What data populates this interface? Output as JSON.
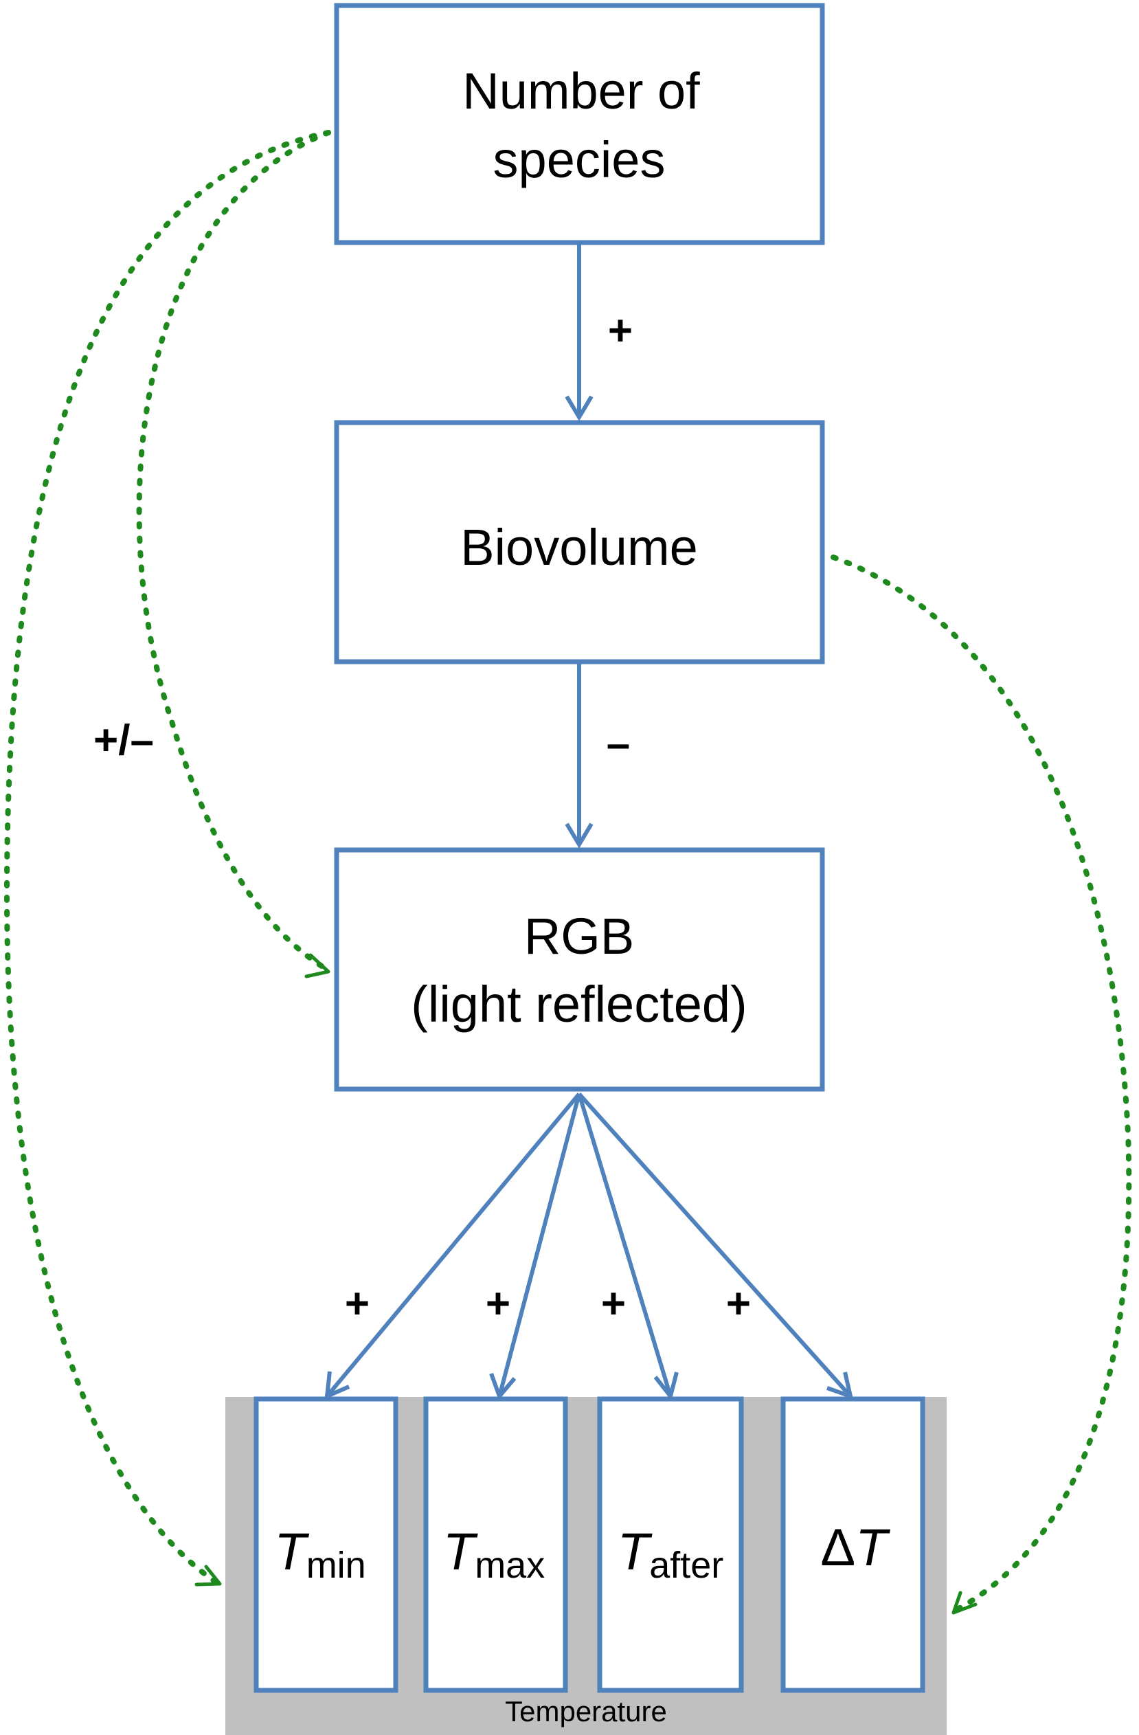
{
  "nodes": {
    "species": {
      "line1": "Number of",
      "line2": "species"
    },
    "biovolume": {
      "label": "Biovolume"
    },
    "rgb": {
      "line1": "RGB",
      "line2": "(light reflected)"
    },
    "tmin": {
      "main": "T",
      "sub": "min"
    },
    "tmax": {
      "main": "T",
      "sub": "max"
    },
    "tafter": {
      "main": "T",
      "sub": "after"
    },
    "delta": {
      "prefix": "Δ",
      "main": "T"
    }
  },
  "group": {
    "label": "Temperature"
  },
  "edges": {
    "species_to_biovolume": "+",
    "biovolume_to_rgb": "–",
    "rgb_to_tmin": "+",
    "rgb_to_tmax": "+",
    "rgb_to_tafter": "+",
    "rgb_to_delta": "+",
    "indirect": "+/–"
  },
  "colors": {
    "box_stroke": "#4f81bd",
    "dotted_arrow": "#1e8a1e",
    "temperature_panel": "#c0c0c0"
  }
}
